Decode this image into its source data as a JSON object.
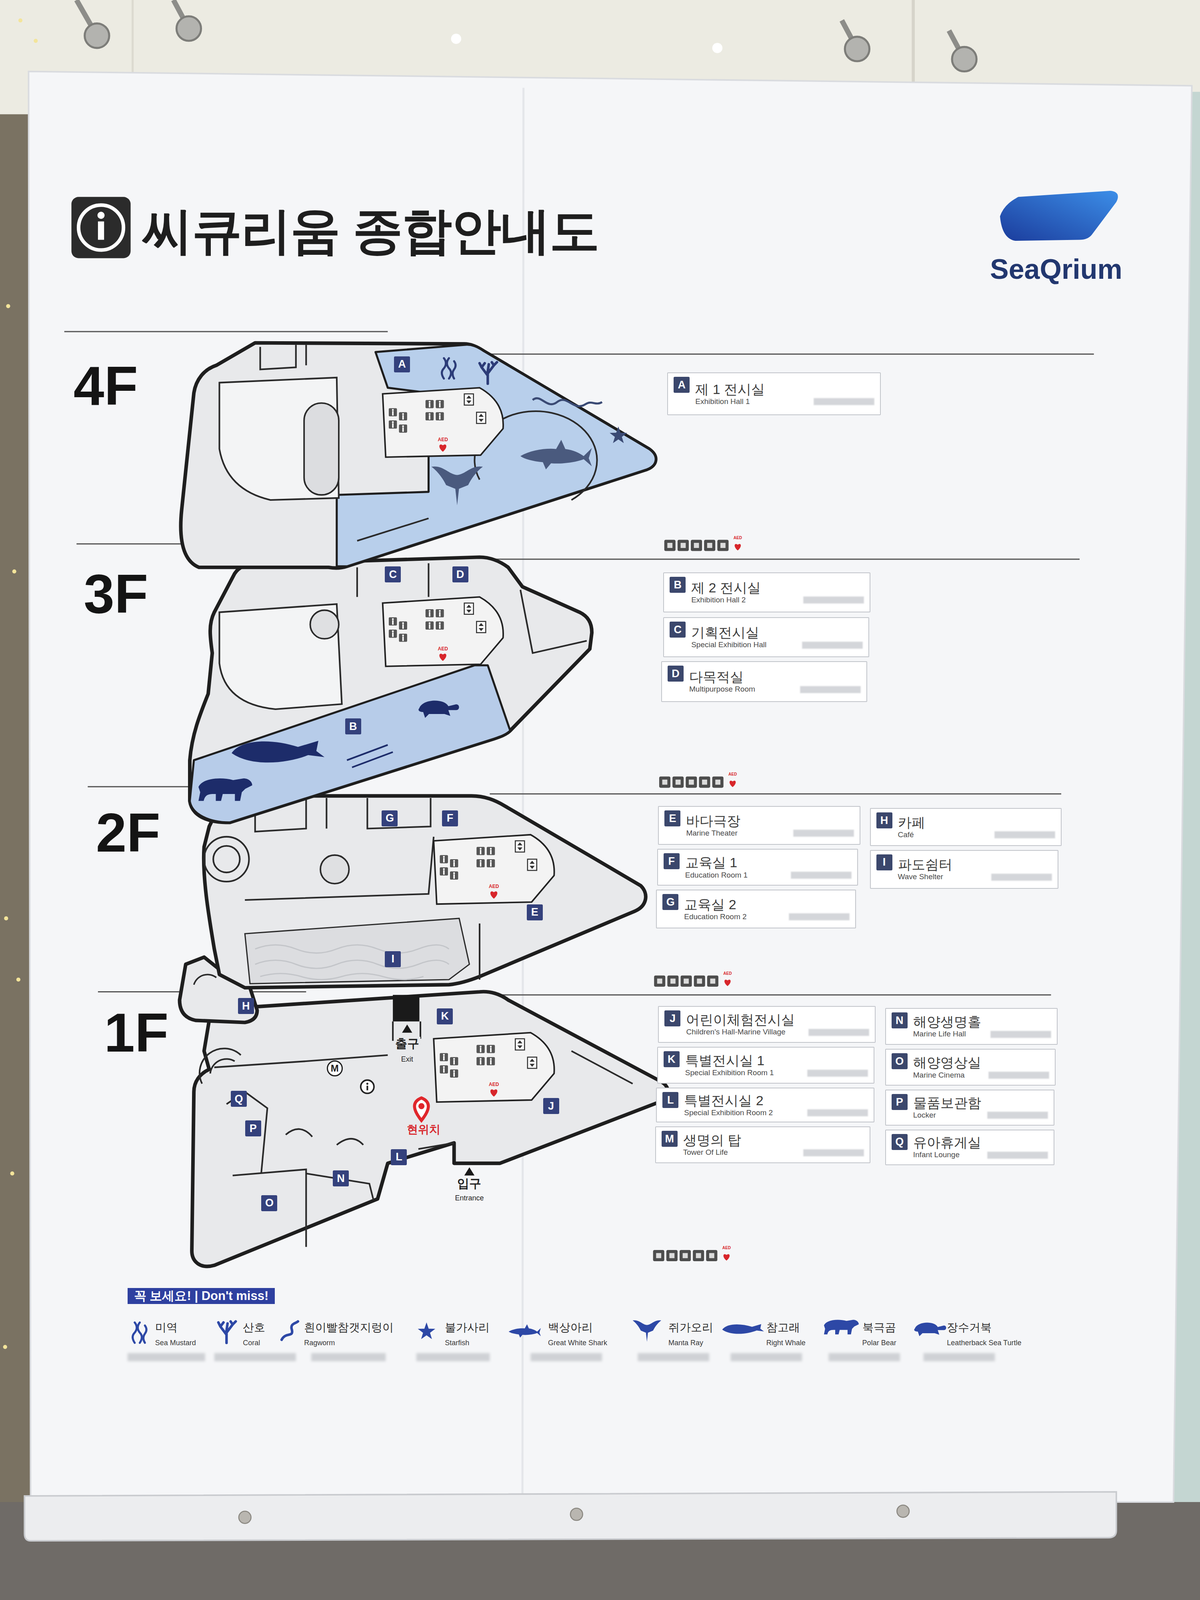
{
  "diagram": {
    "title": "씨큐리움 종합안내도",
    "nodes": [
      {
        "text": [
          "A",
          "제 1 전시실",
          "Exhibition Hall 1"
        ]
      },
      {
        "text": [
          "B",
          "제 2 전시실",
          "Exhibition Hall 2"
        ]
      },
      {
        "text": [
          "C",
          "기획전시실",
          "Special Exhibition Hall"
        ]
      },
      {
        "text": [
          "D",
          "다목적실",
          "Multipurpose Room"
        ]
      },
      {
        "text": [
          "E",
          "바다극장",
          "Marine Theater"
        ]
      },
      {
        "text": [
          "F",
          "교육실 1",
          "Education Room 1"
        ]
      },
      {
        "text": [
          "G",
          "교육실 2",
          "Education Room 2"
        ]
      },
      {
        "text": [
          "H",
          "카페",
          "Café"
        ]
      },
      {
        "text": [
          "I",
          "파도쉼터",
          "Wave Shelter"
        ]
      },
      {
        "text": [
          "J",
          "어린이체험전시실",
          "Children's Hall-Marine Village"
        ]
      },
      {
        "text": [
          "K",
          "특별전시실 1",
          "Special Exhibition Room 1"
        ]
      },
      {
        "text": [
          "L",
          "특별전시실 2",
          "Special Exhibition Room 2"
        ]
      },
      {
        "text": [
          "M",
          "생명의 탑",
          "Tower Of Life"
        ]
      },
      {
        "text": [
          "N",
          "해양생명홀",
          "Marine Life Hall"
        ]
      },
      {
        "text": [
          "O",
          "해양영상실",
          "Marine Cinema"
        ]
      },
      {
        "text": [
          "P",
          "물품보관함",
          "Locker"
        ]
      },
      {
        "text": [
          "Q",
          "유아휴게실",
          "Infant Lounge"
        ]
      }
    ],
    "labels": [
      "4F",
      "3F",
      "2F",
      "1F",
      "SeaQrium",
      "A",
      "C",
      "D",
      "B",
      "G",
      "F",
      "E",
      "I",
      "H",
      "K",
      "M",
      "J",
      "Q",
      "P",
      "L",
      "N",
      "O",
      "출구",
      "Exit",
      "현위치",
      "입구",
      "Entrance",
      "AED",
      "AED",
      "AED",
      "AED",
      "AED",
      "AED",
      "AED",
      "AED",
      "꼭 보세요! | Don't miss!",
      "Sea Mustard",
      "Coral",
      "Ragworm",
      "Starfish",
      "Great White Shark",
      "Manta Ray",
      "Right Whale",
      "Polar Bear",
      "Leatherback Sea Turtle"
    ],
    "legend": [
      {
        "text": "미역"
      },
      {
        "text": "산호"
      },
      {
        "text": "흰이빨참갯지렁이"
      },
      {
        "text": "불가사리"
      },
      {
        "text": "백상아리"
      },
      {
        "text": "쥐가오리"
      },
      {
        "text": "참고래"
      },
      {
        "text": "북극곰"
      },
      {
        "text": "장수거북"
      }
    ]
  }
}
